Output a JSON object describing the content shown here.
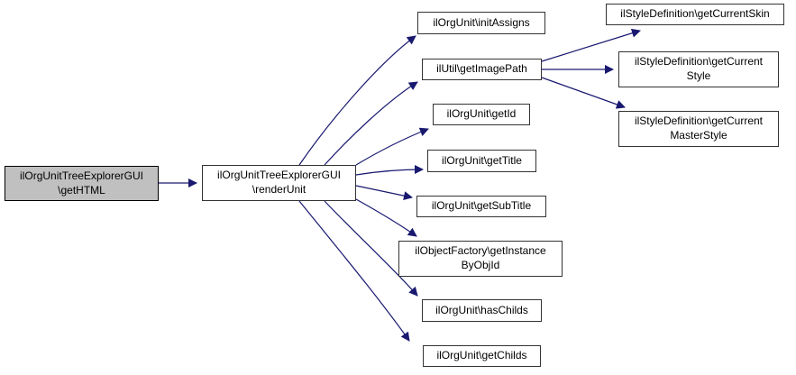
{
  "diagram": {
    "type": "call-graph",
    "background_color": "#ffffff",
    "edge_color": "#191970",
    "node_border_color": "#333333",
    "node_fill": "#ffffff",
    "highlight_fill": "#c0c0c0",
    "text_color": "#000000",
    "nodes": {
      "getHTML": {
        "label": "ilOrgUnitTreeExplorerGUI\n\\getHTML",
        "highlighted": true
      },
      "renderUnit": {
        "label": "ilOrgUnitTreeExplorerGUI\n\\renderUnit",
        "highlighted": false
      },
      "initAssigns": {
        "label": "ilOrgUnit\\initAssigns",
        "highlighted": false
      },
      "getImagePath": {
        "label": "ilUtil\\getImagePath",
        "highlighted": false
      },
      "getId": {
        "label": "ilOrgUnit\\getId",
        "highlighted": false
      },
      "getTitle": {
        "label": "ilOrgUnit\\getTitle",
        "highlighted": false
      },
      "getSubTitle": {
        "label": "ilOrgUnit\\getSubTitle",
        "highlighted": false
      },
      "getInstanceByObjId": {
        "label": "ilObjectFactory\\getInstance\nByObjId",
        "highlighted": false
      },
      "hasChilds": {
        "label": "ilOrgUnit\\hasChilds",
        "highlighted": false
      },
      "getChilds": {
        "label": "ilOrgUnit\\getChilds",
        "highlighted": false
      },
      "getCurrentSkin": {
        "label": "ilStyleDefinition\\getCurrentSkin",
        "highlighted": false
      },
      "getCurrentStyle": {
        "label": "ilStyleDefinition\\getCurrent\nStyle",
        "highlighted": false
      },
      "getCurrentMasterStyle": {
        "label": "ilStyleDefinition\\getCurrent\nMasterStyle",
        "highlighted": false
      }
    },
    "edges": [
      {
        "from": "ilOrgUnitTreeExplorerGUI\\getHTML",
        "to": "ilOrgUnitTreeExplorerGUI\\renderUnit"
      },
      {
        "from": "ilOrgUnitTreeExplorerGUI\\renderUnit",
        "to": "ilOrgUnit\\initAssigns"
      },
      {
        "from": "ilOrgUnitTreeExplorerGUI\\renderUnit",
        "to": "ilUtil\\getImagePath"
      },
      {
        "from": "ilOrgUnitTreeExplorerGUI\\renderUnit",
        "to": "ilOrgUnit\\getId"
      },
      {
        "from": "ilOrgUnitTreeExplorerGUI\\renderUnit",
        "to": "ilOrgUnit\\getTitle"
      },
      {
        "from": "ilOrgUnitTreeExplorerGUI\\renderUnit",
        "to": "ilOrgUnit\\getSubTitle"
      },
      {
        "from": "ilOrgUnitTreeExplorerGUI\\renderUnit",
        "to": "ilObjectFactory\\getInstanceByObjId"
      },
      {
        "from": "ilOrgUnitTreeExplorerGUI\\renderUnit",
        "to": "ilOrgUnit\\hasChilds"
      },
      {
        "from": "ilOrgUnitTreeExplorerGUI\\renderUnit",
        "to": "ilOrgUnit\\getChilds"
      },
      {
        "from": "ilUtil\\getImagePath",
        "to": "ilStyleDefinition\\getCurrentSkin"
      },
      {
        "from": "ilUtil\\getImagePath",
        "to": "ilStyleDefinition\\getCurrentStyle"
      },
      {
        "from": "ilUtil\\getImagePath",
        "to": "ilStyleDefinition\\getCurrentMasterStyle"
      }
    ]
  }
}
